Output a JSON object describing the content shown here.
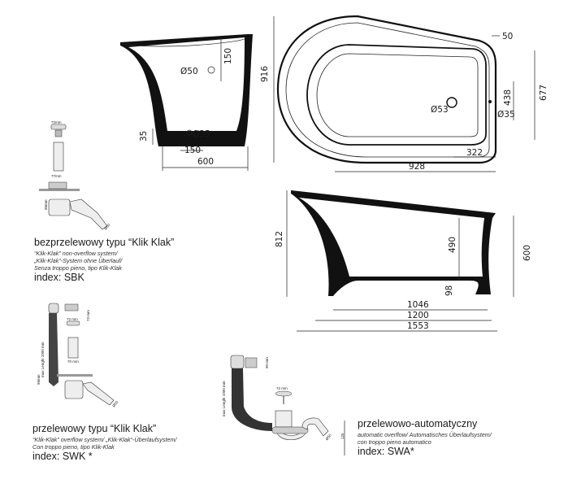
{
  "side_view": {
    "d_top": "Ø50",
    "h_top": "150",
    "h_base": "35",
    "d_drain": "Ø35",
    "w_drain": "150",
    "width": "600"
  },
  "top_view": {
    "depth": "916",
    "rim": "50",
    "right_depth": "677",
    "drain_offset": "438",
    "d_drain": "Ø53",
    "d_overflow": "Ø35",
    "drain_x": "322",
    "length": "928"
  },
  "front_view": {
    "height_back": "812",
    "inner_depth": "490",
    "height_front": "600",
    "base": "98",
    "bottom_len": "1046",
    "mid_len": "1200",
    "total_len": "1553"
  },
  "drains": [
    {
      "title": "bezprzelewowy typu “Klik Klak”",
      "desc": [
        "“Klik-Klak” non-overflow system/",
        "„Klik-Klak“-System ohne Überlauf/",
        " Senza troppo pieno, tipo Klik-Klak"
      ],
      "index": "index: SBK",
      "labels": {
        "cap": "72mm",
        "body": "77mm",
        "height": "98mm",
        "pipe": "Ø50"
      }
    },
    {
      "title": "przelewowy typu “Klik Klak”",
      "desc": [
        "“Klik-Klak” overflow system/  „Klik-Klak“-Überlaufsystem/",
        "Con troppo pieno, tipo Klik-Klak"
      ],
      "index": "index: SWK *",
      "labels": {
        "overflow": "73 mm",
        "cap": "72 mm",
        "body": "70 mm",
        "hose": "max Lenght 1000 mm",
        "height": "98mm",
        "pipe": "Ø50"
      }
    },
    {
      "title": "przelewowo-automatyczny",
      "desc": [
        "automatic overflow/ Automatisches Überlaufsystem/",
        "con troppo pieno automatico"
      ],
      "index": "index: SWA*",
      "labels": {
        "overflow": "90 mm",
        "cap": "72 mm",
        "hose": "max Lenght 1000 mm",
        "pipe": "Ø50",
        "height": "125"
      }
    }
  ]
}
